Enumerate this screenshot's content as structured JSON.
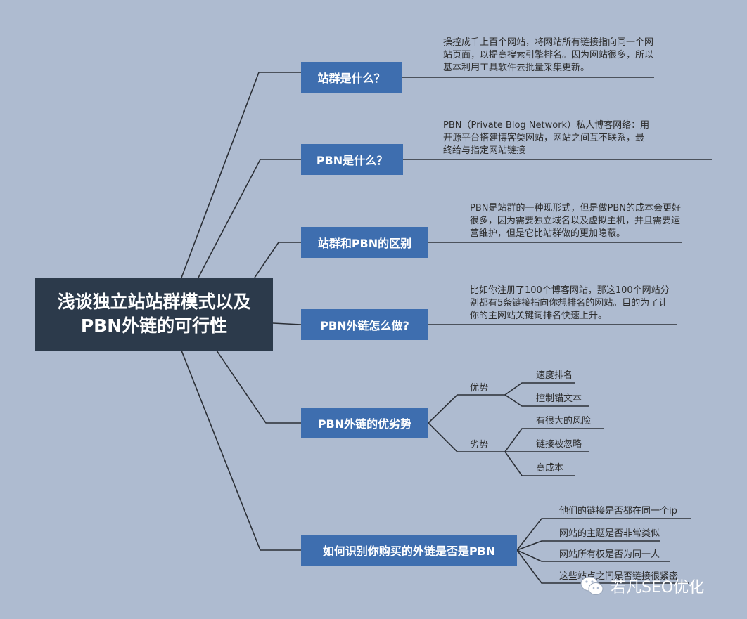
{
  "root": {
    "title": "浅谈独立站站群模式以及PBN外链的可行性"
  },
  "branches": [
    {
      "label": "站群是什么？",
      "note": "操控成千上百个网站，将网站所有链接指向同一个网站页面，以提高搜索引擎排名。因为网站很多，所以基本利用工具软件去批量采集更新。"
    },
    {
      "label": "PBN是什么？",
      "note": "PBN（Private Blog Network）私人博客网络：用开源平台搭建博客类网站，网站之间互不联系，最终给与指定网站链接"
    },
    {
      "label": "站群和PBN的区别",
      "note": "PBN是站群的一种现形式，但是做PBN的成本会更好很多，因为需要独立域名以及虚拟主机，并且需要运营维护，但是它比站群做的更加隐蔽。"
    },
    {
      "label": "PBN外链怎么做?",
      "note": "比如你注册了100个博客网站，那这100个网站分别都有5条链接指向你想排名的网站。目的为了让你的主网站关键词排名快速上升。"
    },
    {
      "label": "PBN外链的优劣势",
      "groups": [
        {
          "label": "优势",
          "items": [
            "速度排名",
            "控制锚文本"
          ]
        },
        {
          "label": "劣势",
          "items": [
            "有很大的风险",
            "链接被忽略",
            "高成本"
          ]
        }
      ]
    },
    {
      "label": "如何识别你购买的外链是否是PBN",
      "items": [
        "他们的链接是否都在同一个ip",
        "网站的主题是否非常类似",
        "网站所有权是否为同一人",
        "这些站点之间是否链接很紧密"
      ]
    }
  ],
  "watermark": {
    "text": "若凡SEO优化",
    "icon": "wechat-icon"
  },
  "colors": {
    "background": "#aebbd0",
    "root": "#2c3a4b",
    "branch": "#3e6eaf",
    "line": "#2b2f36"
  }
}
